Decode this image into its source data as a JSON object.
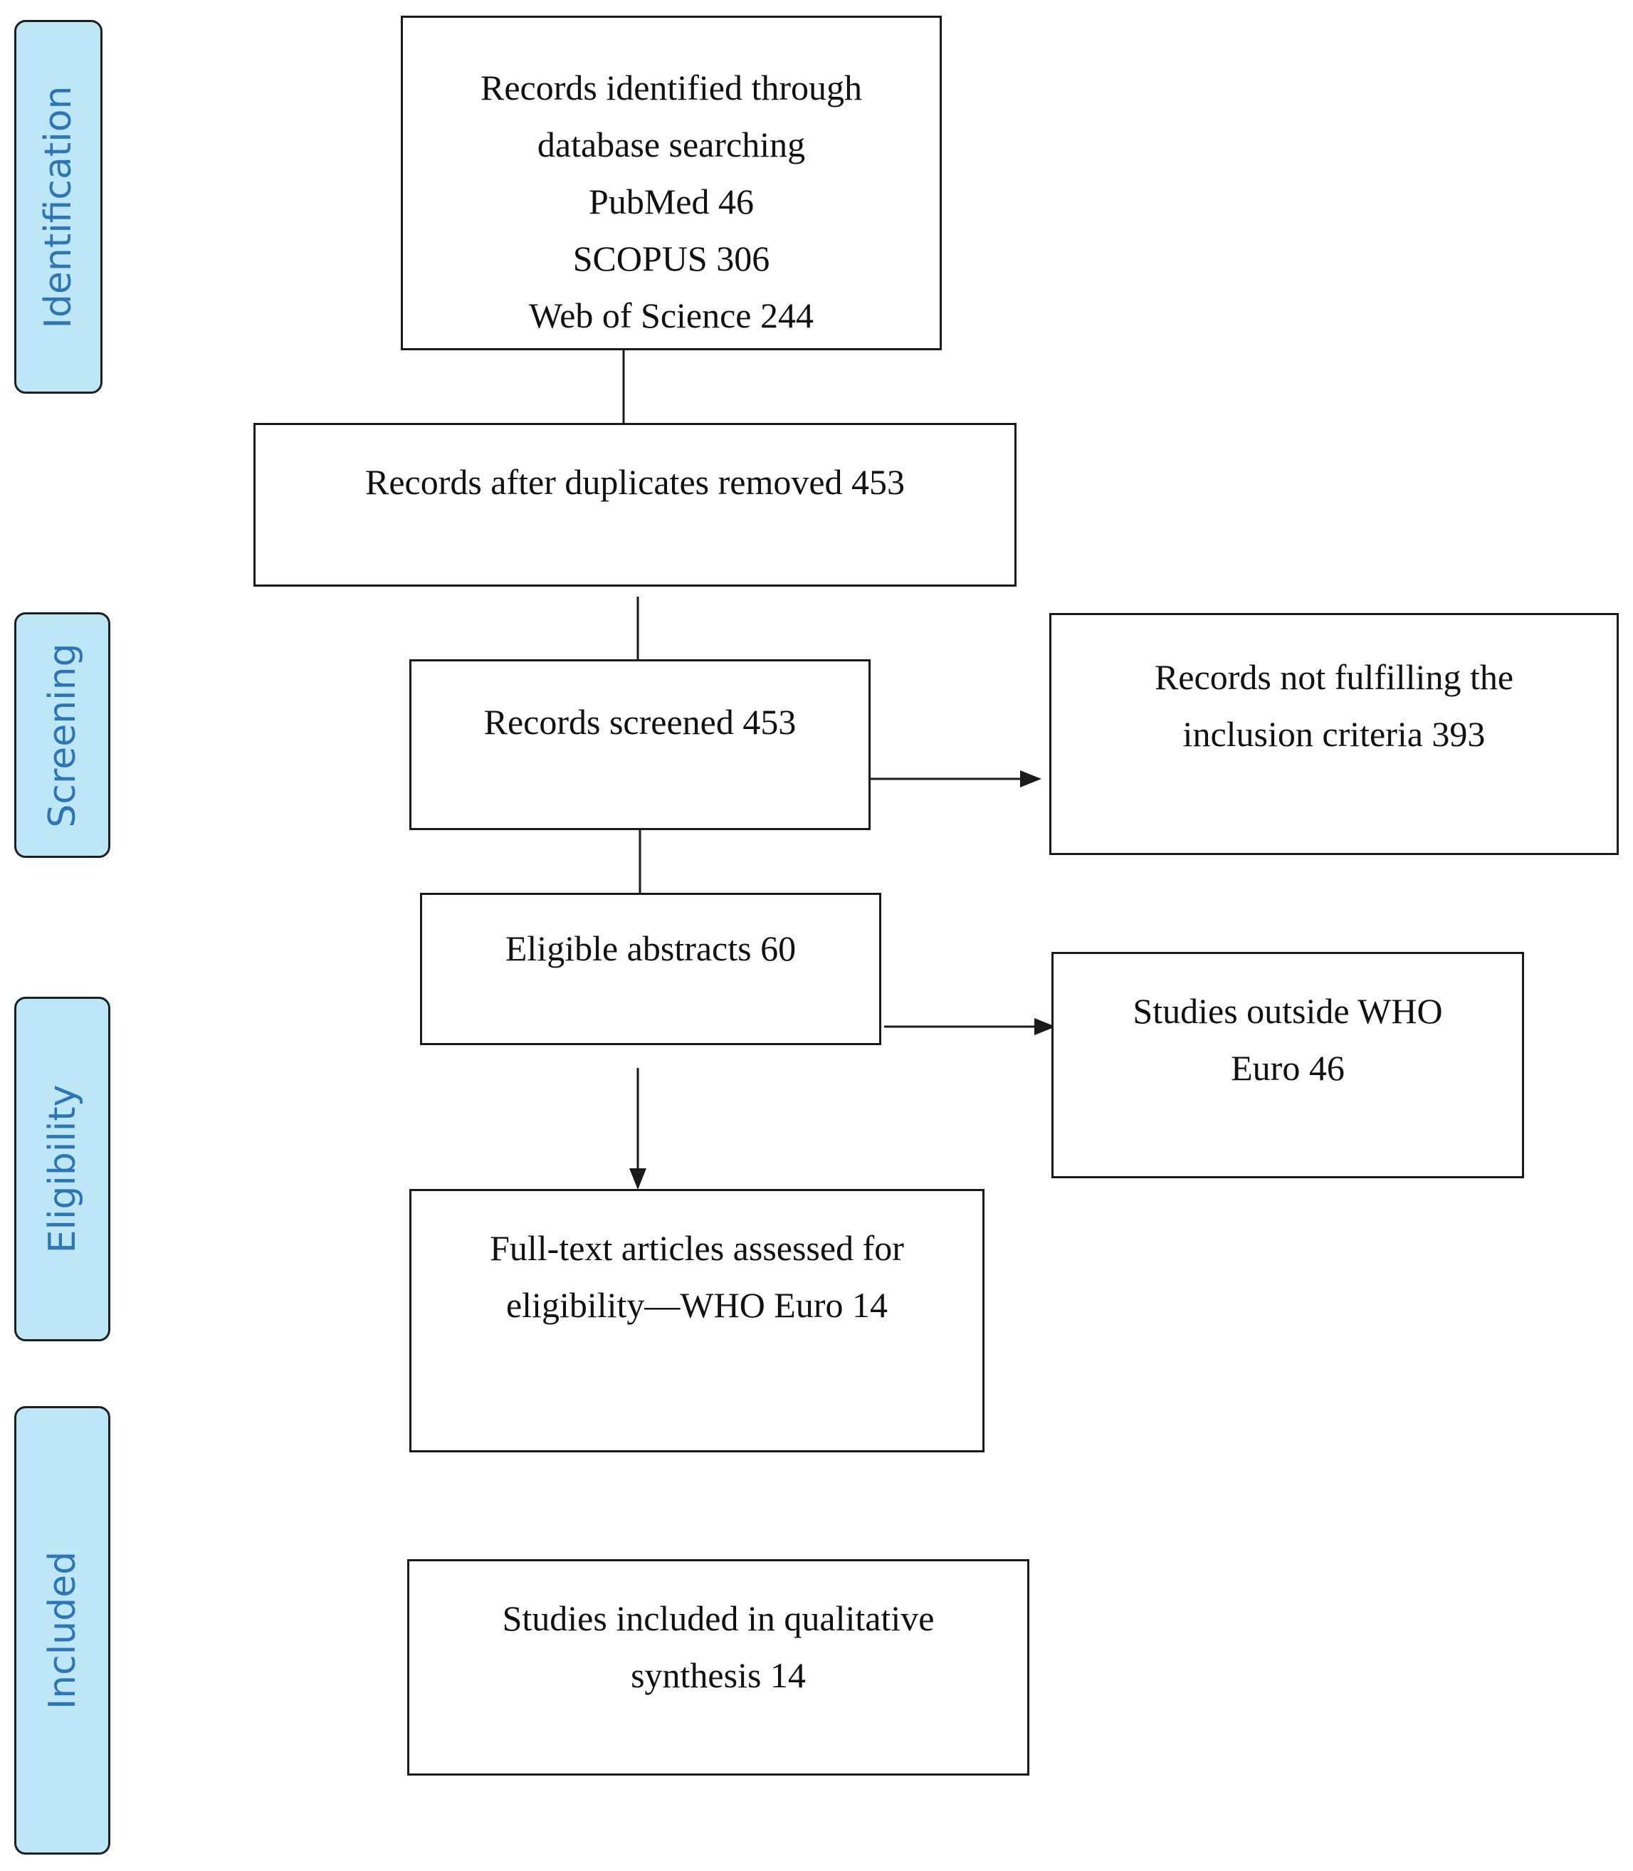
{
  "phases": {
    "identification": "Identification",
    "screening": "Screening",
    "eligibility": "Eligibility",
    "included": "Included"
  },
  "boxes": {
    "identified": [
      "Records identified through",
      "database searching",
      "PubMed 46",
      "SCOPUS 306",
      "Web of Science 244"
    ],
    "after_duplicates": [
      "Records after duplicates removed 453"
    ],
    "screened": [
      "Records screened 453"
    ],
    "not_fulfilling": [
      "Records not fulfilling the",
      "inclusion criteria 393"
    ],
    "eligible_abstracts": [
      "Eligible abstracts 60"
    ],
    "outside_who": [
      "Studies outside WHO",
      "Euro 46"
    ],
    "full_text": [
      "Full-text articles assessed for",
      "eligibility—WHO Euro 14"
    ],
    "included": [
      "Studies included in qualitative",
      "synthesis 14"
    ]
  },
  "colors": {
    "phase_fill": "#bde6f7",
    "phase_text": "#2e75b6",
    "line": "#1a1a1a"
  }
}
